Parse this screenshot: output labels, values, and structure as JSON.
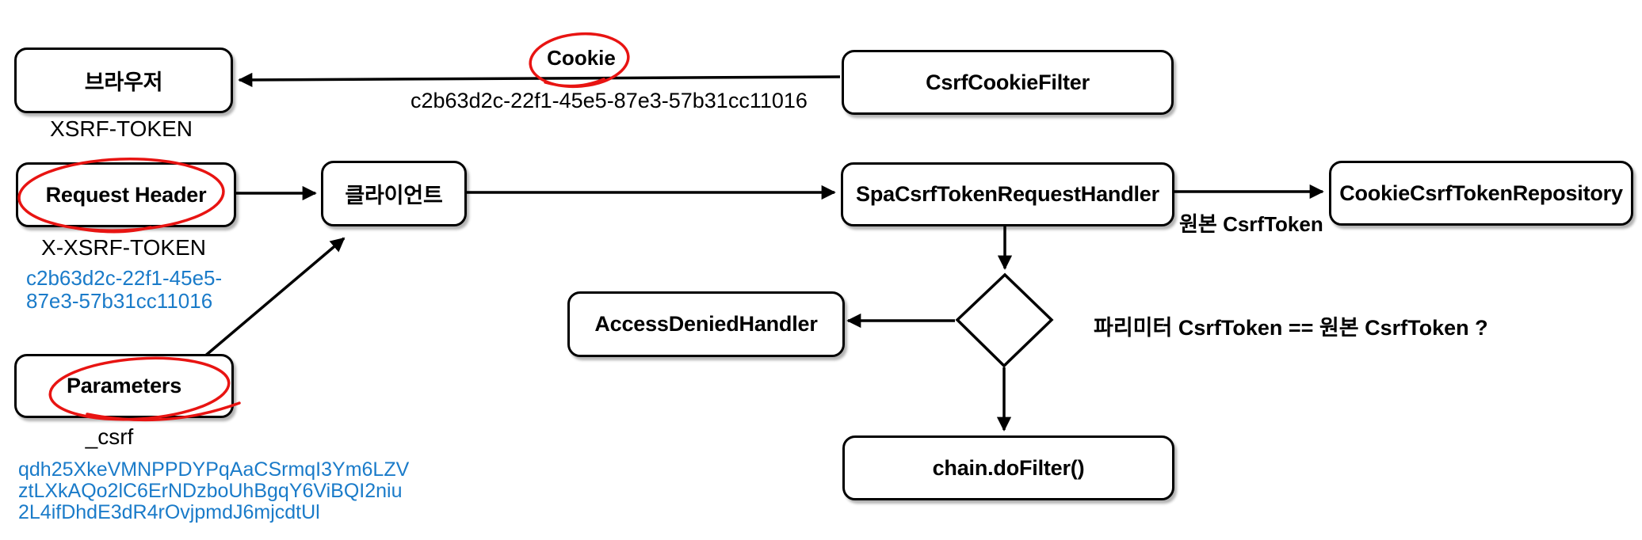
{
  "nodes": {
    "browser": {
      "label": "브라우저",
      "sublabel": "XSRF-TOKEN"
    },
    "csrf_cookie_filter": {
      "label": "CsrfCookieFilter"
    },
    "request_header": {
      "label": "Request Header",
      "sublabel": "X-XSRF-TOKEN",
      "value_lines": [
        "c2b63d2c-22f1-45e5-",
        "87e3-57b31cc11016"
      ],
      "circled": true
    },
    "client": {
      "label": "클라이언트"
    },
    "spa_csrf_token_request_handler": {
      "label": "SpaCsrfTokenRequestHandler"
    },
    "cookie_csrf_token_repository": {
      "label": "CookieCsrfTokenRepository"
    },
    "access_denied_handler": {
      "label": "AccessDeniedHandler"
    },
    "decision": {
      "label": "파리미터 CsrfToken == 원본 CsrfToken ?"
    },
    "chain_do_filter": {
      "label": "chain.doFilter()"
    },
    "parameters": {
      "label": "Parameters",
      "sublabel": "_csrf",
      "value_lines": [
        "qdh25XkeVMNPPDYPqAaCSrmqI3Ym6LZV",
        "ztLXkAQo2lC6ErNDzboUhBgqY6ViBQI2niu",
        "2L4ifDhdE3dR4rOvjpmdJ6mjcdtUl"
      ],
      "circled": true
    }
  },
  "edges": {
    "cookie": {
      "label": "Cookie",
      "label_circled": true,
      "value": "c2b63d2c-22f1-45e5-87e3-57b31cc11016"
    },
    "origin_token": {
      "label": "원본 CsrfToken"
    }
  },
  "colors": {
    "token_text": "#1a7bc9",
    "annotation_red": "#e81412",
    "stroke": "#000000",
    "box_fill": "#ffffff"
  }
}
